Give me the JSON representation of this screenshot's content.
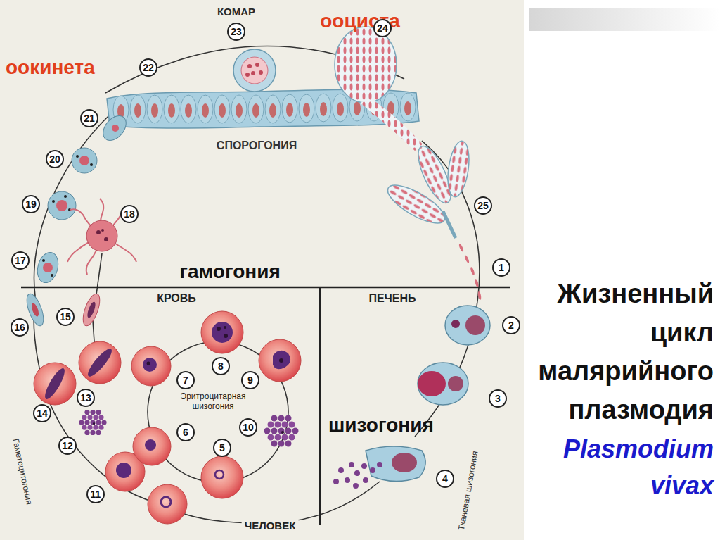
{
  "diagram": {
    "title": "Жизненный цикл малярийного плазмодия",
    "labels": [
      "КОМАР",
      "ооциста",
      "оокинета",
      "СПОРОГОНИЯ",
      "гамогония",
      "КРОВЬ",
      "ПЕЧЕНЬ",
      "Эритроцитарная шизогония",
      "шизогония",
      "Гаметоцитогония",
      "Тканевая шизогония",
      "ЧЕЛОВЕК",
      "Plasmodium vivax",
      "1",
      "2",
      "3",
      "4",
      "5",
      "6",
      "7",
      "8",
      "9",
      "10",
      "11",
      "12",
      "13",
      "14",
      "15",
      "16",
      "17",
      "18",
      "19",
      "20",
      "21",
      "22",
      "23",
      "24",
      "25"
    ]
  }
}
